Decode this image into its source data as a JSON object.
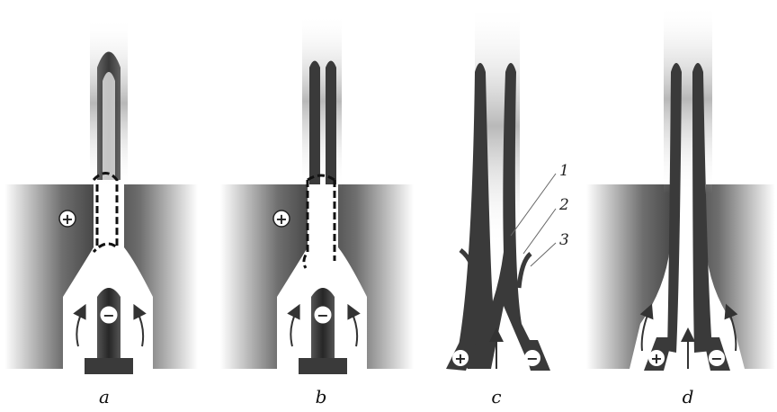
{
  "panels": [
    {
      "label": "a",
      "anode_sign": "+",
      "cathode_sign": "−"
    },
    {
      "label": "b",
      "anode_sign": "+",
      "cathode_sign": "−"
    },
    {
      "label": "c",
      "left_electrode_sign": "+",
      "right_electrode_sign": "−"
    },
    {
      "label": "d",
      "left_electrode_sign": "+",
      "right_electrode_sign": "−"
    }
  ],
  "callouts": [
    "1",
    "2",
    "3"
  ],
  "colors": {
    "dark": "#3a3a3a",
    "mid": "#7a7a7a",
    "light": "#ffffff"
  }
}
